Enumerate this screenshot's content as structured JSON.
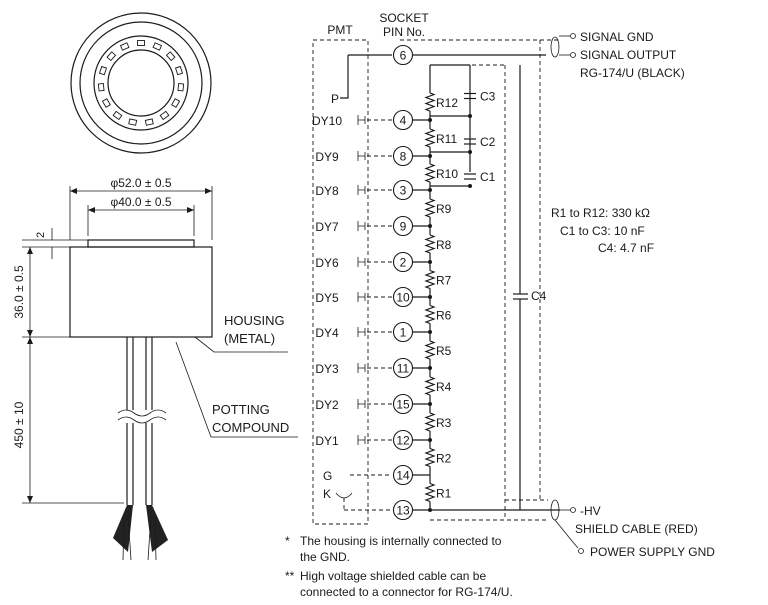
{
  "dimensions": {
    "outer_diameter": "φ52.0 ± 0.5",
    "inner_diameter": "φ40.0 ± 0.5",
    "step_height": "2",
    "housing_height": "36.0 ± 0.5",
    "cable_length": "450 ± 10"
  },
  "labels": {
    "housing": [
      "HOUSING",
      "(METAL)"
    ],
    "potting": [
      "POTTING",
      "COMPOUND"
    ],
    "pmt": "PMT",
    "socket": [
      "SOCKET",
      "PIN No."
    ],
    "signal_gnd": "SIGNAL GND",
    "signal_output": "SIGNAL OUTPUT",
    "signal_cable": "RG-174/U (BLACK)",
    "hv": "-HV",
    "shield_cable": "SHIELD CABLE (RED)",
    "power_gnd": "POWER SUPPLY GND"
  },
  "electrodes": [
    {
      "name": "P",
      "pin": "6"
    },
    {
      "name": "DY10",
      "pin": "4"
    },
    {
      "name": "DY9",
      "pin": "8"
    },
    {
      "name": "DY8",
      "pin": "3"
    },
    {
      "name": "DY7",
      "pin": "9"
    },
    {
      "name": "DY6",
      "pin": "2"
    },
    {
      "name": "DY5",
      "pin": "10"
    },
    {
      "name": "DY4",
      "pin": "1"
    },
    {
      "name": "DY3",
      "pin": "11"
    },
    {
      "name": "DY2",
      "pin": "15"
    },
    {
      "name": "DY1",
      "pin": "12"
    },
    {
      "name": "G",
      "pin": "14"
    },
    {
      "name": "K",
      "pin": "13"
    }
  ],
  "resistors": [
    "R12",
    "R11",
    "R10",
    "R9",
    "R8",
    "R7",
    "R6",
    "R5",
    "R4",
    "R3",
    "R2",
    "R1"
  ],
  "capacitors": [
    "C3",
    "C2",
    "C1"
  ],
  "c4_label": "C4",
  "specs": [
    "R1 to R12: 330 kΩ",
    "C1 to C3: 10 nF",
    "C4: 4.7 nF"
  ],
  "notes": [
    {
      "mark": "*",
      "lines": [
        "The housing is internally connected to",
        "the GND."
      ]
    },
    {
      "mark": "**",
      "lines": [
        "High voltage shielded cable can be",
        "connected to a connector for RG-174/U."
      ]
    }
  ]
}
